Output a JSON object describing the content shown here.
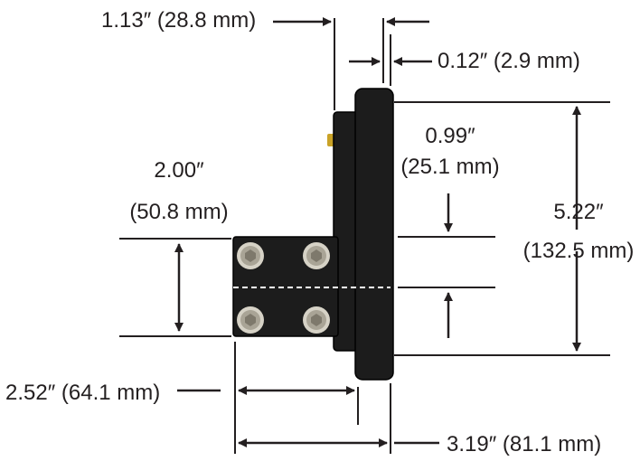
{
  "colors": {
    "line": "#231f20",
    "body": "#1c1c1c",
    "body_edge": "#000000",
    "bolt": "#a9a496",
    "bolt_ring": "#d6d2c6",
    "tab": "#c9a227",
    "divider": "#ffffff",
    "background": "#ffffff"
  },
  "dimensions": {
    "back_depth": "1.13″ (28.8 mm)",
    "flange_thickness": "0.12″ (2.9 mm)",
    "gap_label_line1": "0.99″",
    "gap_label_line2": "(25.1 mm)",
    "height_label_line1": "5.22″",
    "height_label_line2": "(132.5 mm)",
    "block_height_line1": "2.00″",
    "block_height_line2": "(50.8 mm)",
    "block_depth": "2.52″ (64.1 mm)",
    "overall_depth": "3.19″ (81.1 mm)"
  },
  "icons": {
    "bolt": "hex-socket-bolt-icon",
    "arrow": "arrowhead-icon"
  }
}
